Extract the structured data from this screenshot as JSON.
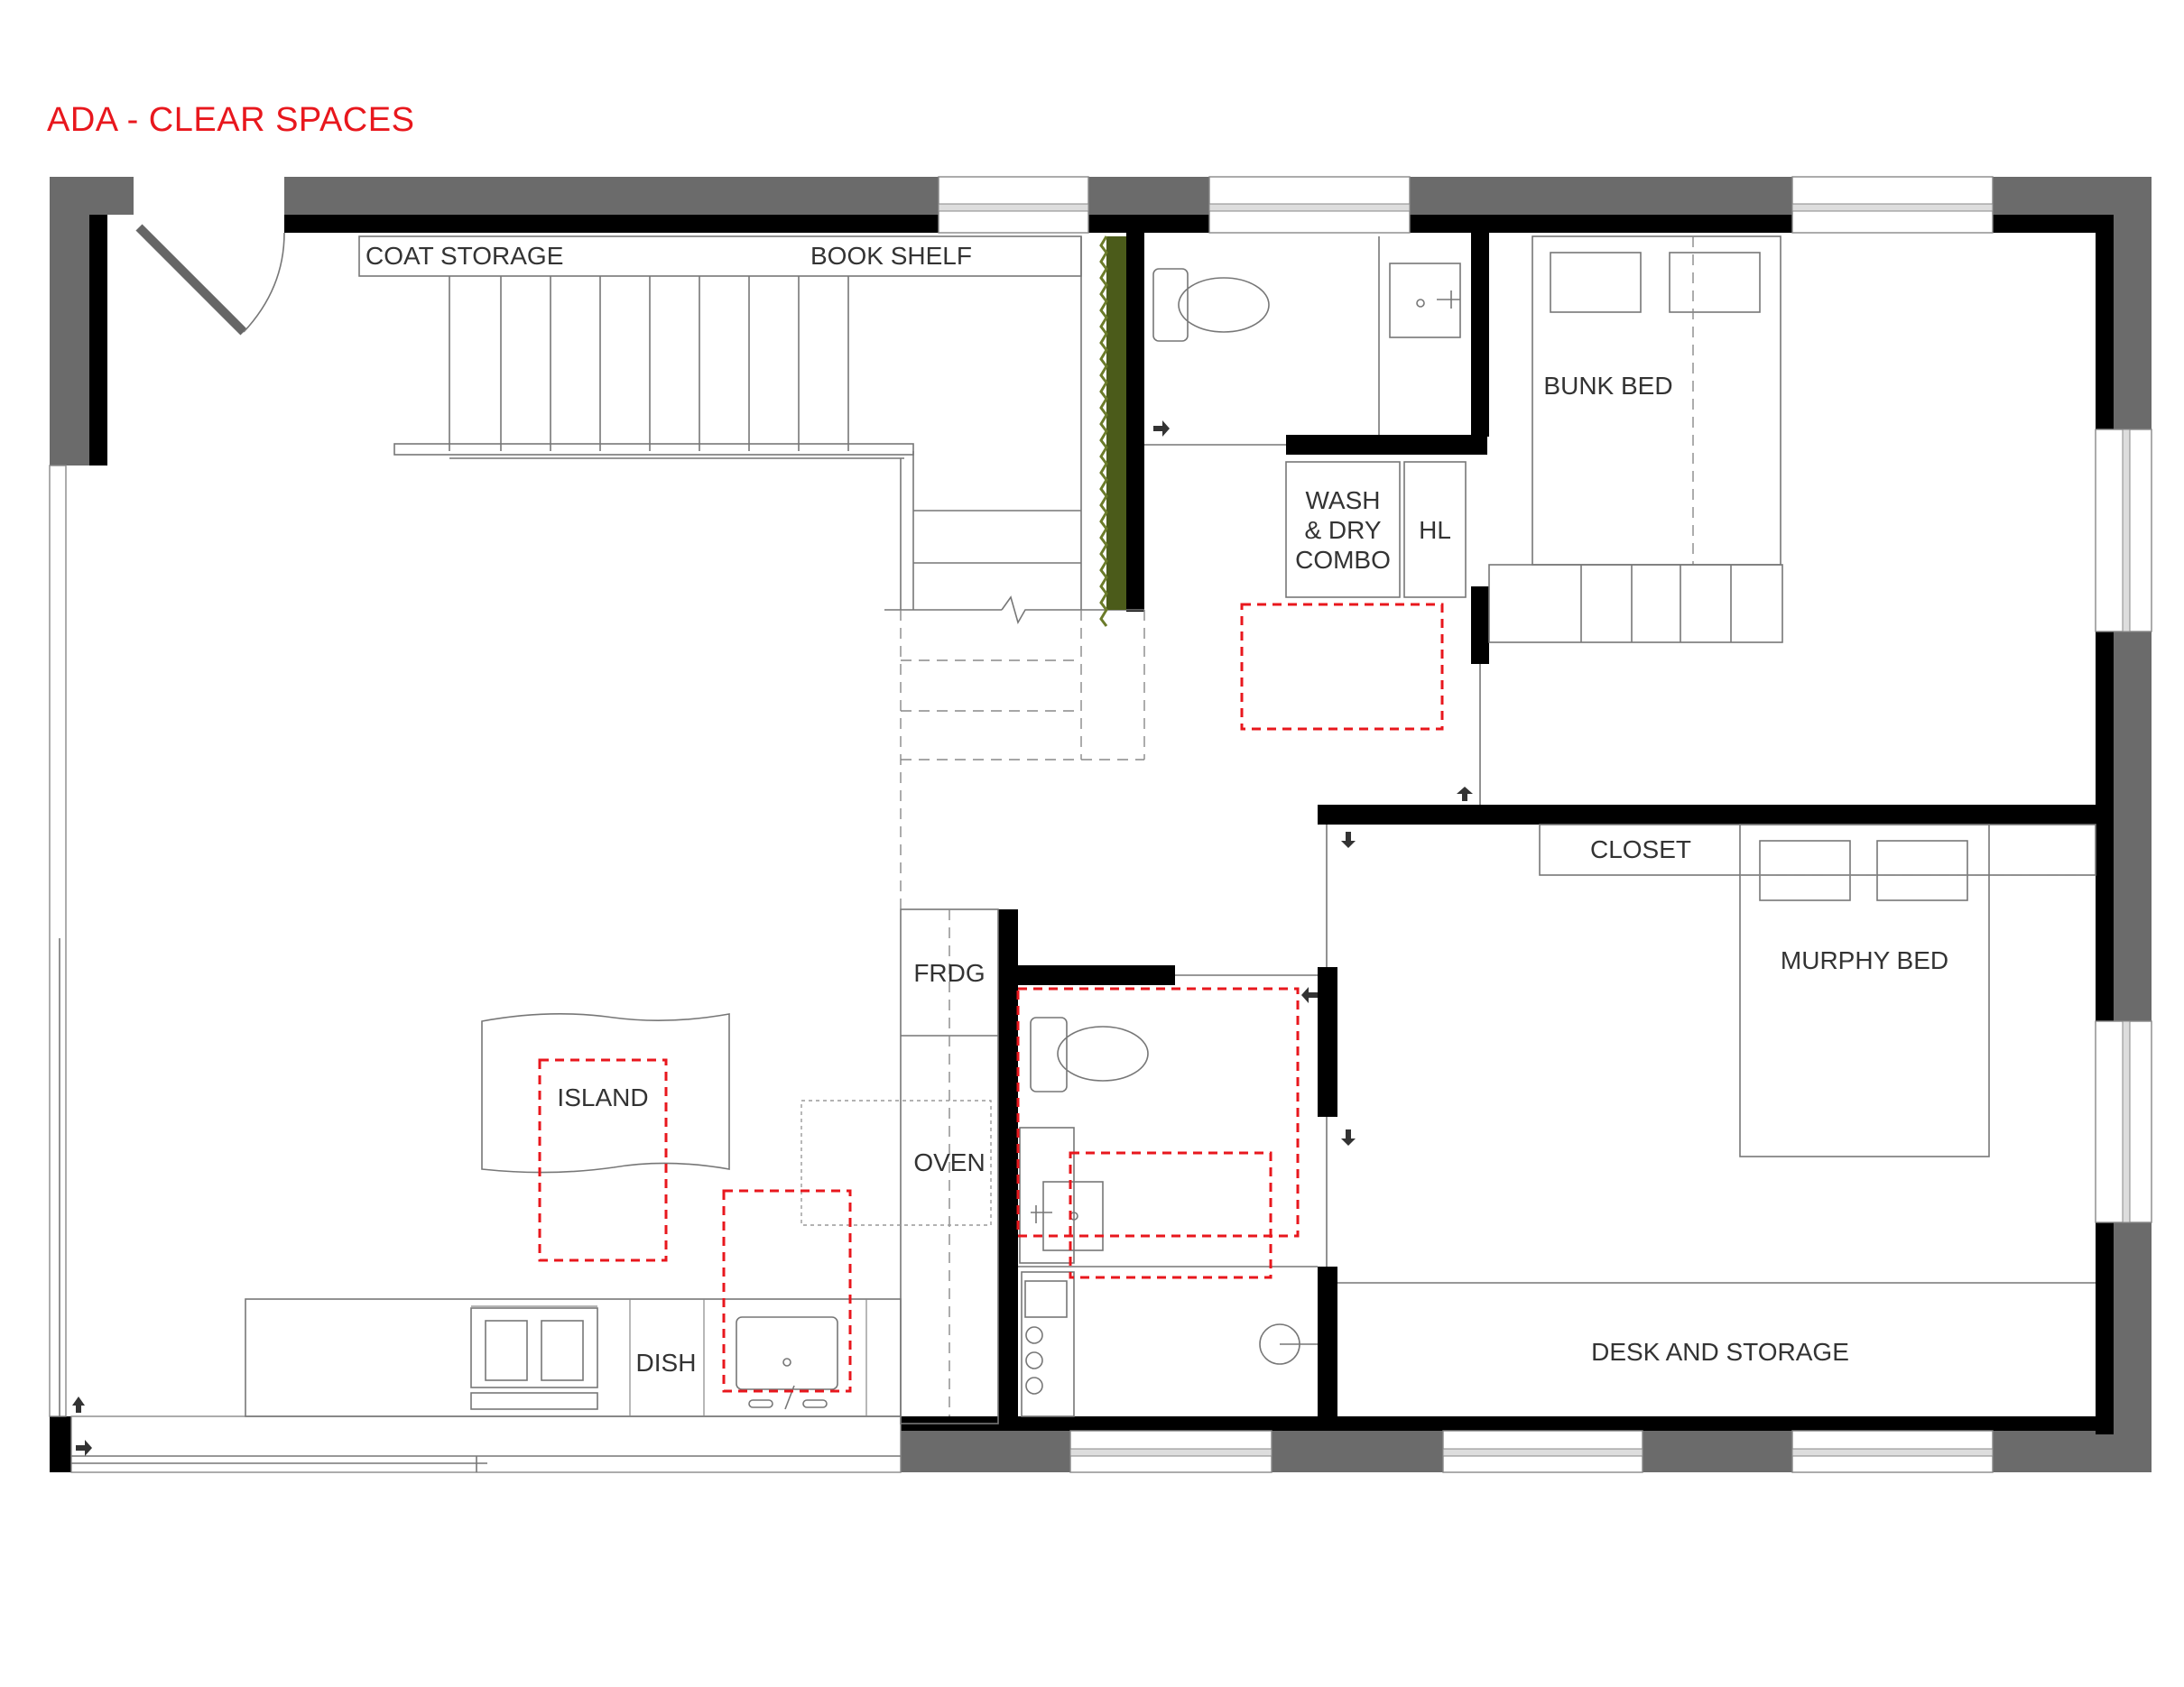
{
  "title": "ADA - CLEAR SPACES",
  "colors": {
    "clear_space": "#e8171d",
    "exterior_wall": "#6b6b6b",
    "interior_wall": "#000000",
    "plant": "#4b5b1a"
  },
  "labels": {
    "coat_storage": "COAT STORAGE",
    "book_shelf": "BOOK SHELF",
    "bunk_bed": "BUNK BED",
    "wash_line1": "WASH",
    "wash_line2": "& DRY",
    "wash_line3": "COMBO",
    "hl": "HL",
    "closet": "CLOSET",
    "murphy_bed": "MURPHY BED",
    "frdg": "FRDG",
    "oven": "OVEN",
    "island": "ISLAND",
    "dish": "DISH",
    "desk_storage": "DESK AND STORAGE"
  }
}
